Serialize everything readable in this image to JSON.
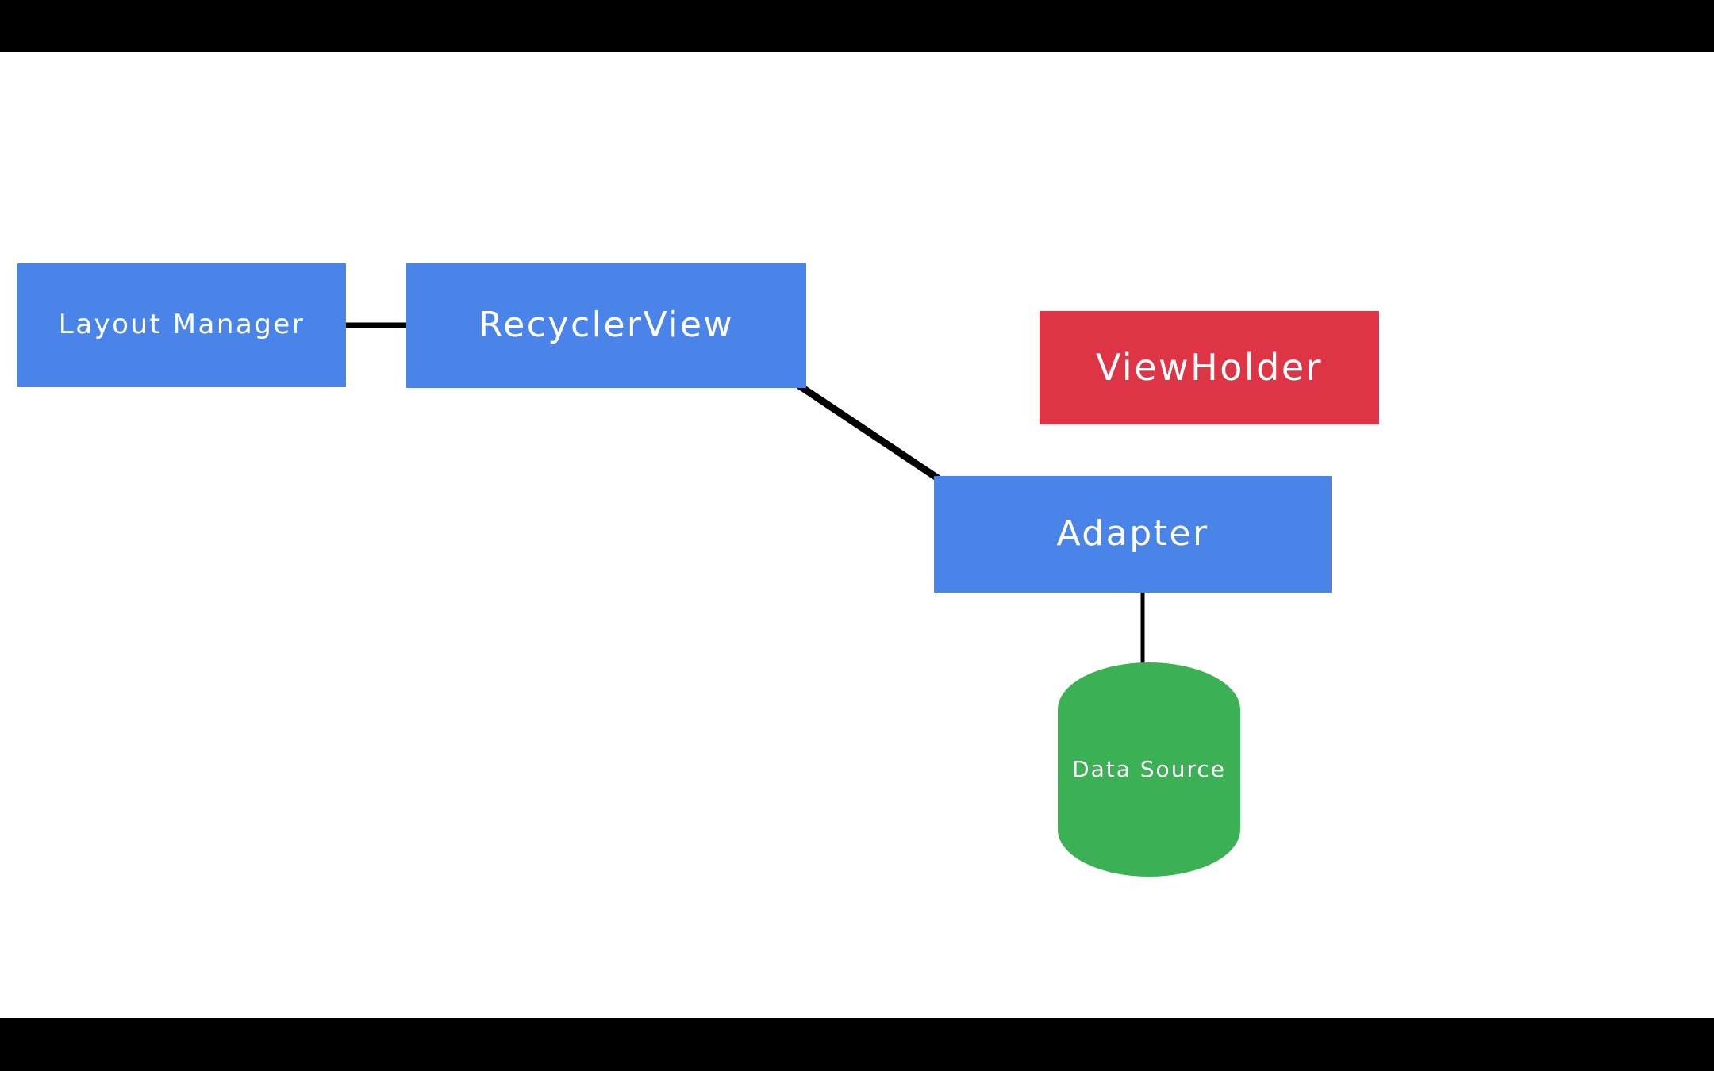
{
  "canvas": {
    "background_color": "#ffffff",
    "letterbox_color": "#000000"
  },
  "diagram": {
    "type": "node-link-diagram",
    "title": "",
    "nodes": [
      {
        "id": "layout-manager",
        "label": "Layout Manager",
        "shape": "rectangle",
        "fill_color": "#4a84e8",
        "text_color": "#ffffff"
      },
      {
        "id": "recyclerview",
        "label": "RecyclerView",
        "shape": "rectangle",
        "fill_color": "#4a84e8",
        "text_color": "#ffffff"
      },
      {
        "id": "viewholder",
        "label": "ViewHolder",
        "shape": "rectangle",
        "fill_color": "#dd3545",
        "text_color": "#ffffff"
      },
      {
        "id": "adapter",
        "label": "Adapter",
        "shape": "rectangle",
        "fill_color": "#4a84e8",
        "text_color": "#ffffff"
      },
      {
        "id": "data-source",
        "label": "Data Source",
        "shape": "cylinder",
        "fill_color": "#3cb054",
        "text_color": "#ffffff"
      }
    ],
    "edges": [
      {
        "id": "edge-layout-manager-recyclerview",
        "from": "layout-manager",
        "to": "recyclerview",
        "style": "solid",
        "color": "#000000"
      },
      {
        "id": "edge-recyclerview-adapter",
        "from": "recyclerview",
        "to": "adapter",
        "style": "solid",
        "color": "#000000"
      },
      {
        "id": "edge-adapter-data-source",
        "from": "adapter",
        "to": "data-source",
        "style": "solid",
        "color": "#000000"
      }
    ]
  }
}
